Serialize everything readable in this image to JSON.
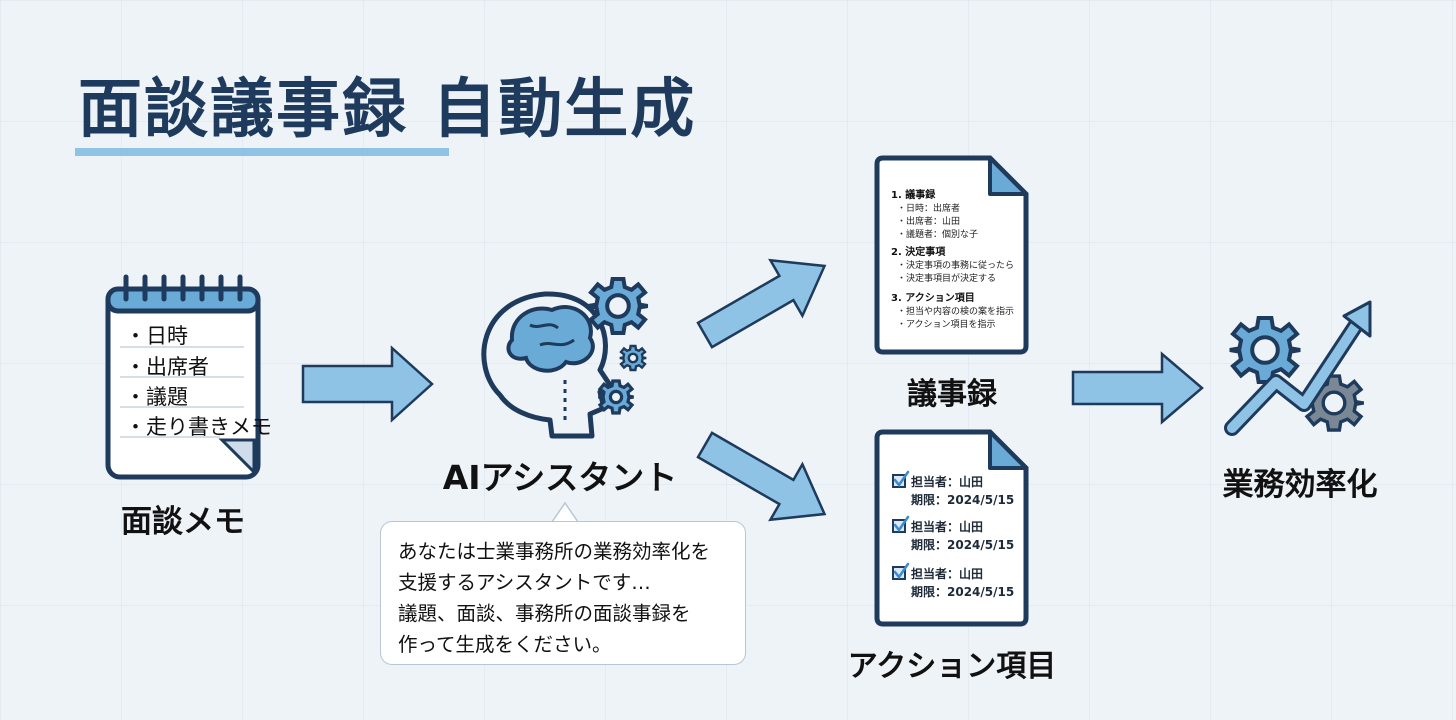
{
  "title": "面談議事録 自動生成",
  "memo": {
    "label": "面談メモ",
    "items": [
      "・日時",
      "・出席者",
      "・議題",
      "・走り書きメモ"
    ]
  },
  "assistant": {
    "label": "AIアシスタント",
    "prompt_lines": [
      "あなたは士業事務所の業務効率化を",
      "支援するアシスタントです…",
      "議題、面談、事務所の面談事録を",
      "作って生成をください。"
    ]
  },
  "minutes_doc": {
    "label": "議事録",
    "sections": [
      {
        "heading": "1. 議事録",
        "bullets": [
          "・日時：出席者",
          "・出席者：山田",
          "・議題者：個別な子"
        ]
      },
      {
        "heading": "2. 決定事項",
        "bullets": [
          "・決定事項の事務に従ったら",
          "・決定事項目が決定する"
        ]
      },
      {
        "heading": "3. アクション項目",
        "bullets": [
          "・担当や内容の検の案を指示",
          "・アクション項目を指示"
        ]
      }
    ]
  },
  "action_doc": {
    "label": "アクション項目",
    "items": [
      {
        "assignee": "担当者：山田",
        "deadline": "期限：2024/5/15"
      },
      {
        "assignee": "担当者：山田",
        "deadline": "期限：2024/5/15"
      },
      {
        "assignee": "担当者：山田",
        "deadline": "期限：2024/5/15"
      }
    ]
  },
  "result": {
    "label": "業務効率化"
  },
  "colors": {
    "navy": "#1e3a5c",
    "arrow_fill": "#8ec3e6",
    "icon_blue": "#6aaad6",
    "gear_gray": "#7a8794"
  },
  "icons": [
    "notepad-icon",
    "brain-head-icon",
    "gear-icon",
    "document-icon",
    "checkbox-icon",
    "growth-chart-icon"
  ]
}
